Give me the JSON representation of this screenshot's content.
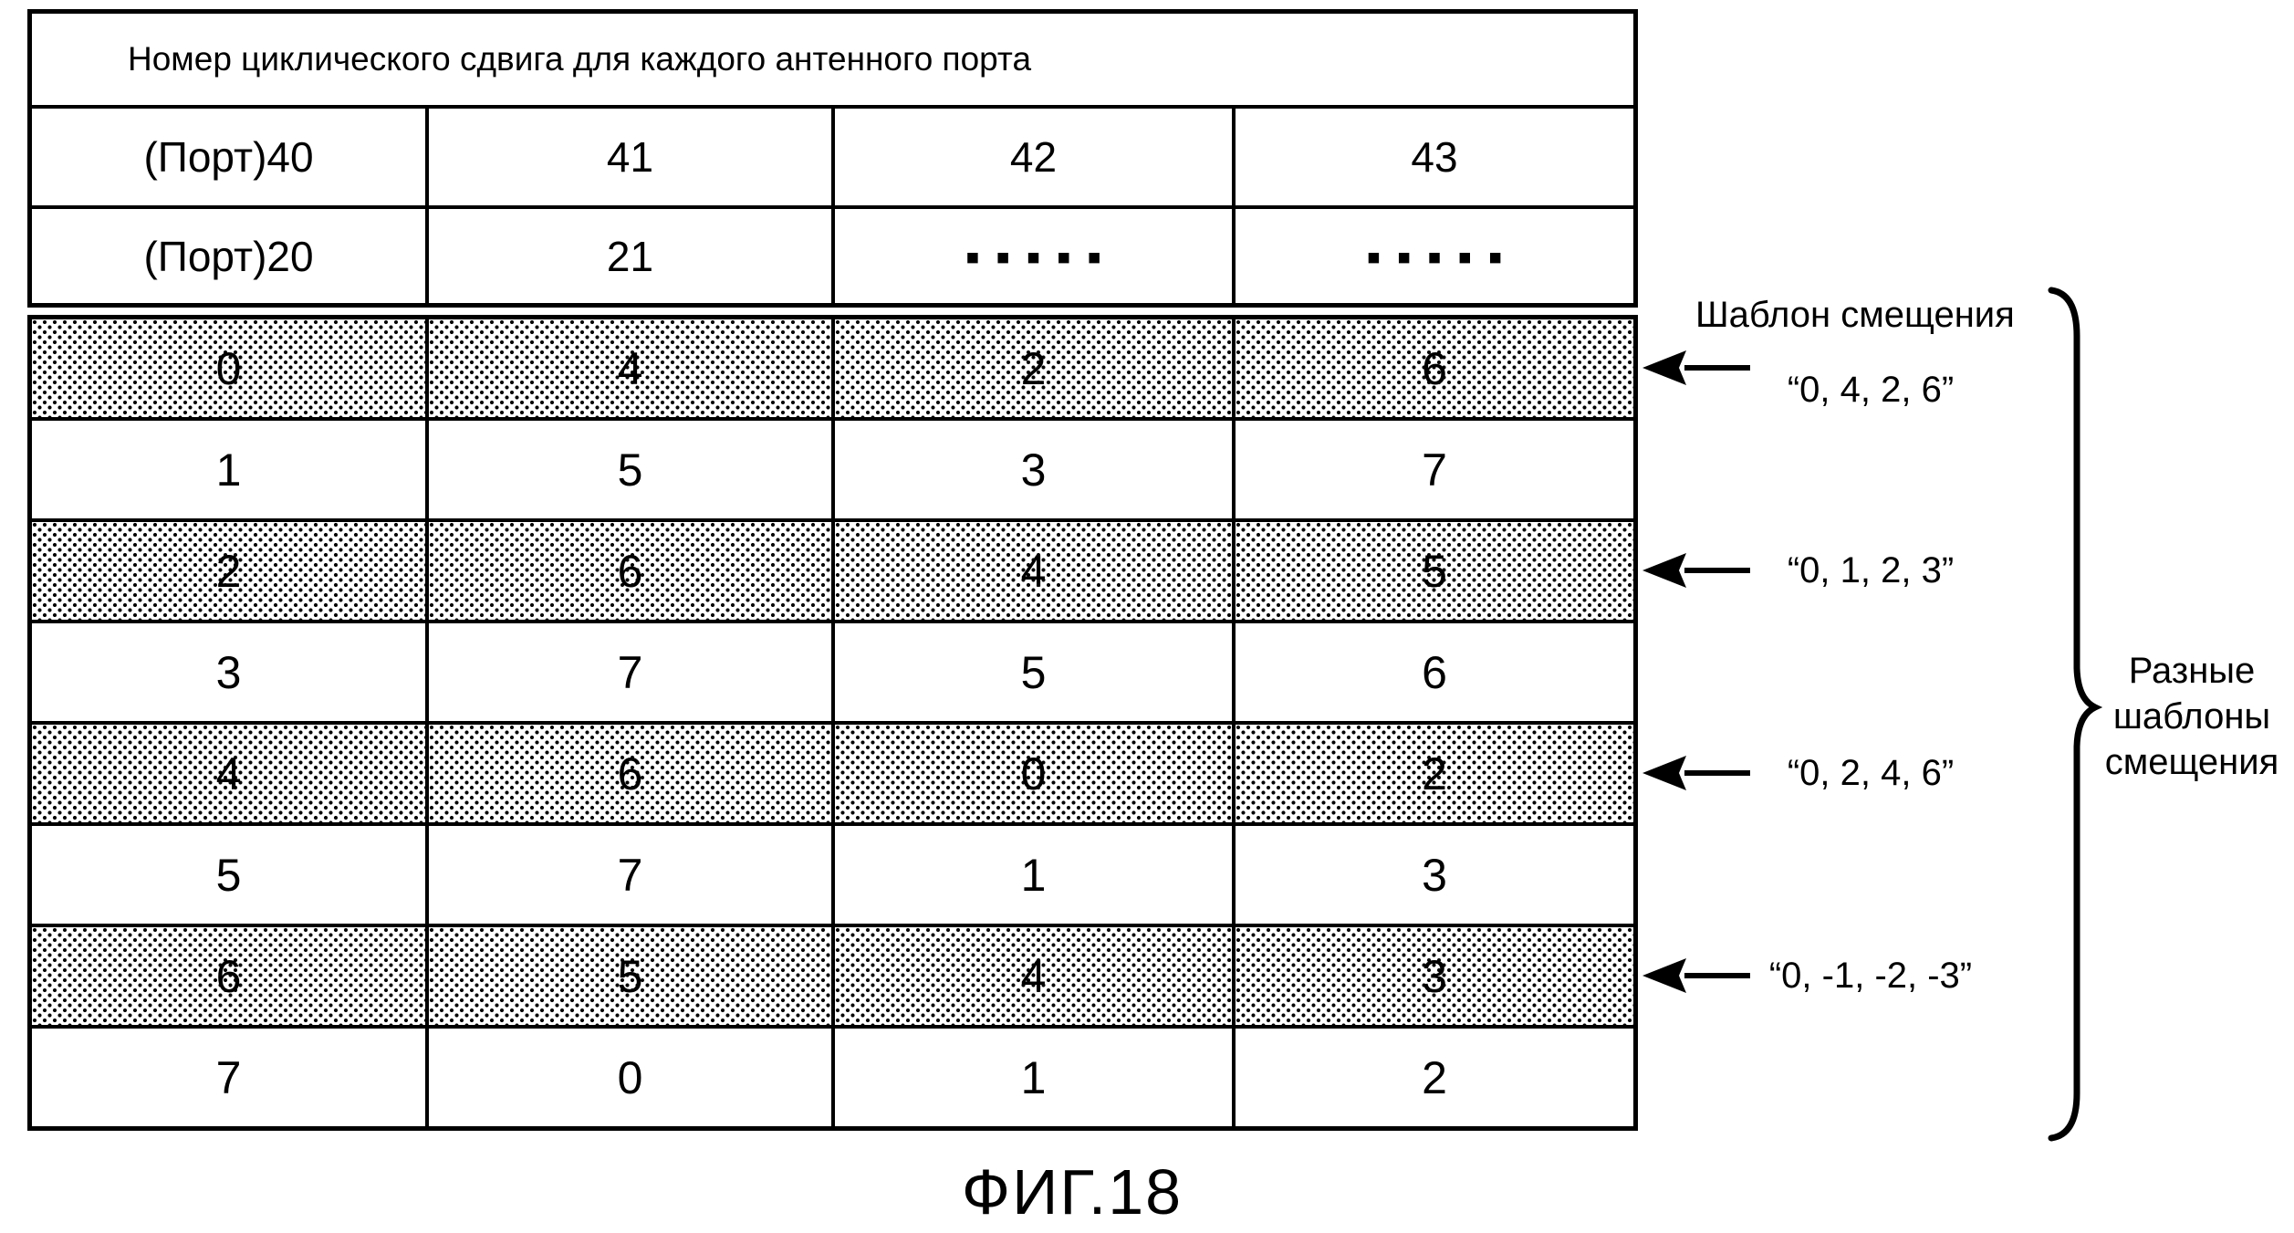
{
  "table": {
    "title": "Номер циклического сдвига для каждого антенного порта",
    "port_rows": [
      {
        "cells": [
          "(Порт)40",
          "41",
          "42",
          "43"
        ]
      },
      {
        "cells": [
          "(Порт)20",
          "21",
          "▪▪▪▪▪",
          "▪▪▪▪▪"
        ]
      }
    ],
    "data_rows": [
      {
        "shaded": true,
        "cells": [
          "0",
          "4",
          "2",
          "6"
        ]
      },
      {
        "shaded": false,
        "cells": [
          "1",
          "5",
          "3",
          "7"
        ]
      },
      {
        "shaded": true,
        "cells": [
          "2",
          "6",
          "4",
          "5"
        ]
      },
      {
        "shaded": false,
        "cells": [
          "3",
          "7",
          "5",
          "6"
        ]
      },
      {
        "shaded": true,
        "cells": [
          "4",
          "6",
          "0",
          "2"
        ]
      },
      {
        "shaded": false,
        "cells": [
          "5",
          "7",
          "1",
          "3"
        ]
      },
      {
        "shaded": true,
        "cells": [
          "6",
          "5",
          "4",
          "3"
        ]
      },
      {
        "shaded": false,
        "cells": [
          "7",
          "0",
          "1",
          "2"
        ]
      }
    ]
  },
  "annotations": {
    "pattern_title": "Шаблон смещения",
    "patterns": [
      "“0, 4, 2, 6”",
      "“0, 1, 2, 3”",
      "“0, 2, 4, 6”",
      "“0, -1, -2, -3”"
    ],
    "brace_label_lines": [
      "Разные",
      "шаблоны",
      "смещения"
    ]
  },
  "caption": "ФИГ.18",
  "colors": {
    "ink": "#000000",
    "background": "#ffffff"
  }
}
